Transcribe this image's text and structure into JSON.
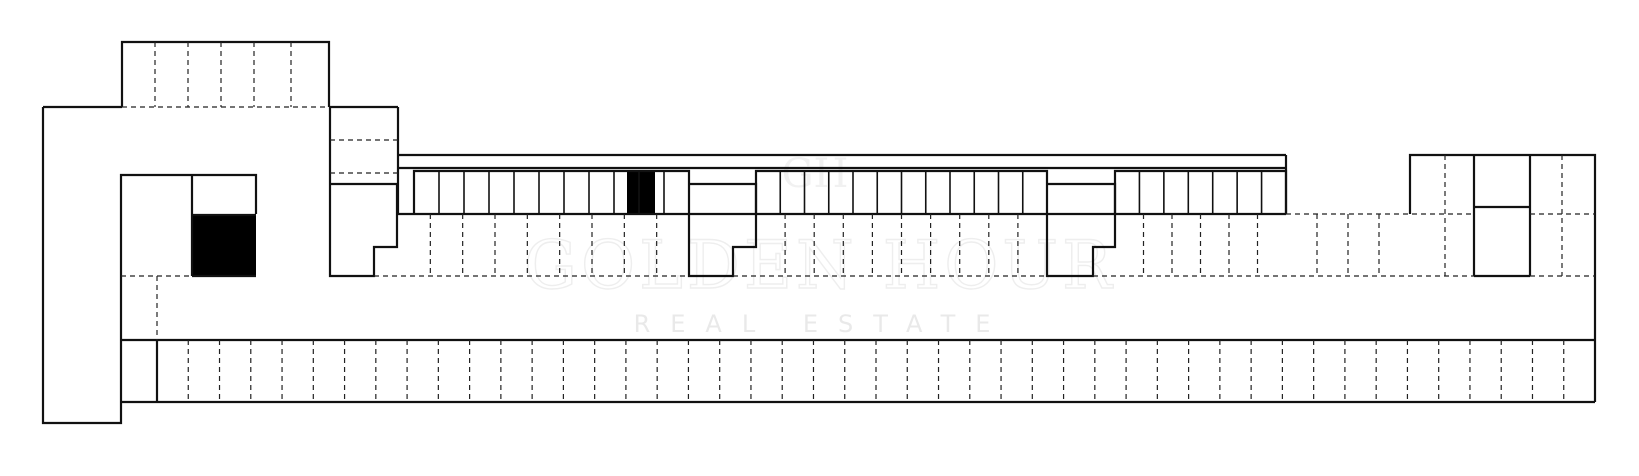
{
  "watermark": {
    "monogram": "GH",
    "title": "GOLDEN HOUR",
    "subtitle": "REAL ESTATE"
  },
  "colors": {
    "wall": "#111111",
    "highlight": "#000000",
    "background": "#ffffff",
    "watermark": "#eeeeee"
  },
  "plan": {
    "highlighted_units": 2,
    "description_visible": false
  }
}
